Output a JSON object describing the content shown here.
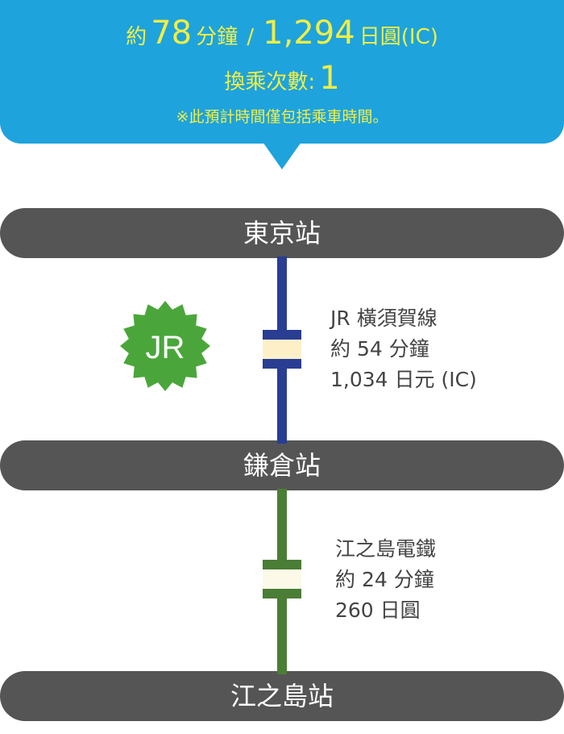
{
  "summary": {
    "about": "約",
    "minutes": "78",
    "minutes_unit": "分鐘",
    "separator": "/",
    "fare": "1,294",
    "fare_unit": "日圓(IC)",
    "transfers_label": "換乘次數:",
    "transfers": "1",
    "note": "※此預計時間僅包括乘車時間。"
  },
  "stations": [
    {
      "name": "東京站"
    },
    {
      "name": "鎌倉站"
    },
    {
      "name": "江之島站"
    }
  ],
  "segments": [
    {
      "badge": "JR",
      "line": "JR 橫須賀線",
      "duration": "約 54 分鐘",
      "fare": "1,034 日元 (IC)",
      "color": "#293d93",
      "badge_color": "#4aa63a"
    },
    {
      "line": "江之島電鐵",
      "duration": "約 24 分鐘",
      "fare": "260 日圓",
      "color": "#4a7d35"
    }
  ],
  "colors": {
    "summary_bg": "#1ea3dd",
    "summary_text": "#f2ee44",
    "station_bg": "#555555"
  }
}
